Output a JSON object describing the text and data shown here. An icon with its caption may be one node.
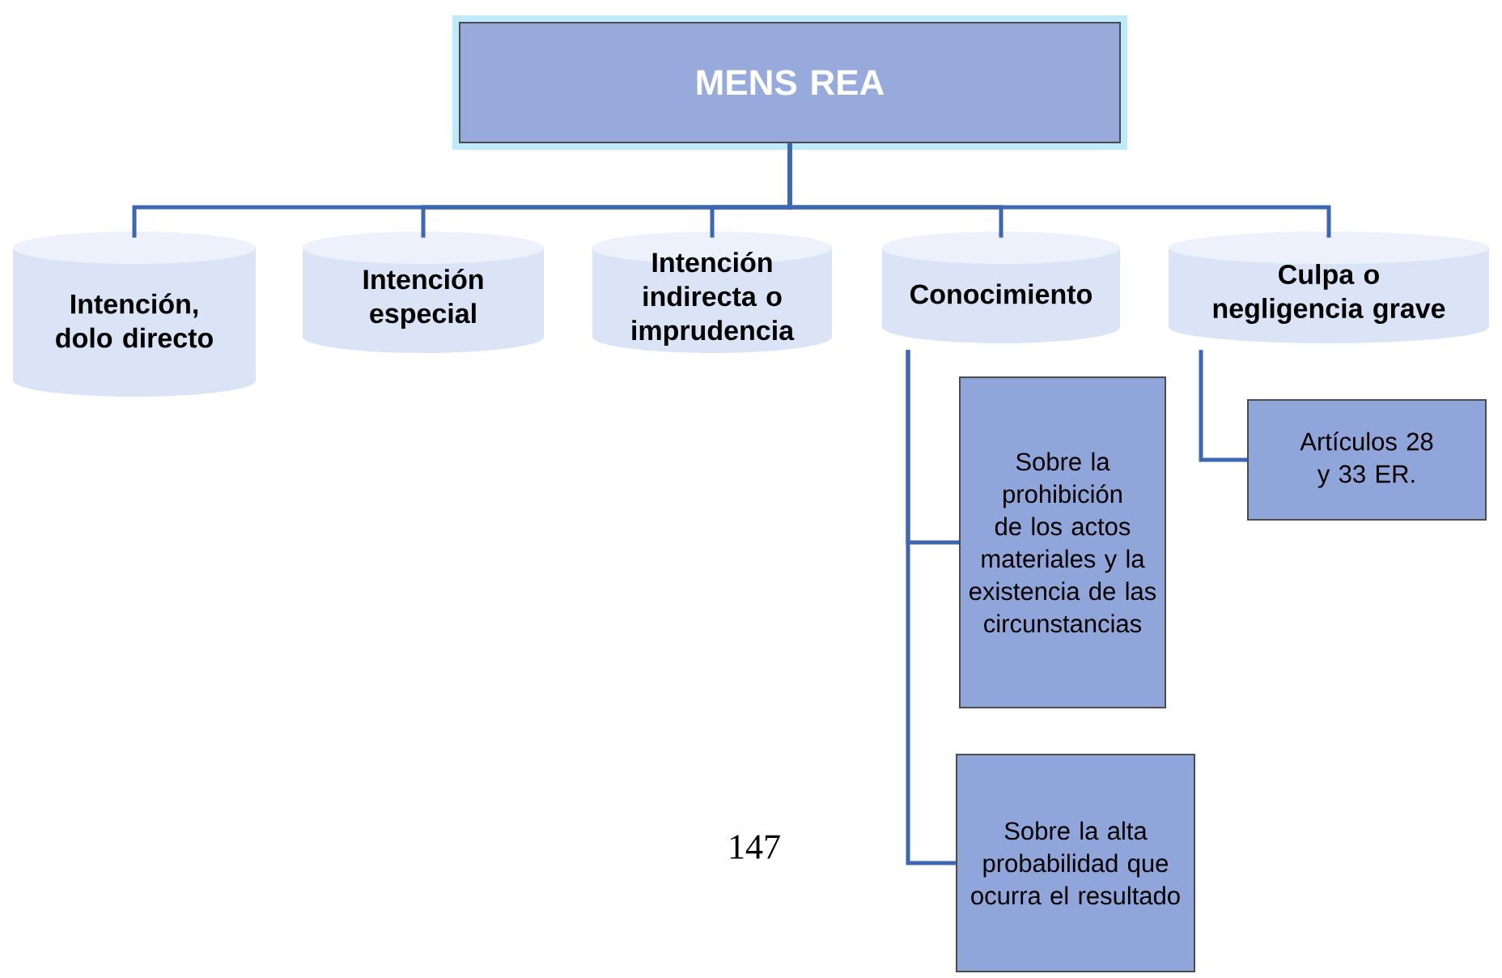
{
  "diagram": {
    "nodes": [
      {
        "text": [
          "MENS REA"
        ]
      },
      {
        "text": [
          "Intención, dolo directo"
        ]
      },
      {
        "text": [
          "Intención especial"
        ]
      },
      {
        "text": [
          "Intención indirecta o imprudencia"
        ]
      },
      {
        "text": [
          "Conocimiento"
        ]
      },
      {
        "text": [
          "Culpa o negligencia grave"
        ]
      },
      {
        "text": [
          "Sobre la prohibición de los actos materiales y la existencia de las circunstancias"
        ]
      },
      {
        "text": [
          "Sobre la alta probabilidad que ocurra el resultado"
        ]
      },
      {
        "text": [
          "Artículos 28 y 33 ER."
        ]
      }
    ],
    "edges": [
      {
        "from": 0,
        "to": 1,
        "arrow": "none"
      },
      {
        "from": 0,
        "to": 2,
        "arrow": "none"
      },
      {
        "from": 0,
        "to": 3,
        "arrow": "none"
      },
      {
        "from": 0,
        "to": 4,
        "arrow": "none"
      },
      {
        "from": 0,
        "to": 5,
        "arrow": "none"
      },
      {
        "from": 4,
        "to": 6,
        "arrow": "none"
      },
      {
        "from": 4,
        "to": 7,
        "arrow": "none"
      },
      {
        "from": 5,
        "to": 8,
        "arrow": "none"
      }
    ],
    "labels": [
      "147"
    ]
  }
}
